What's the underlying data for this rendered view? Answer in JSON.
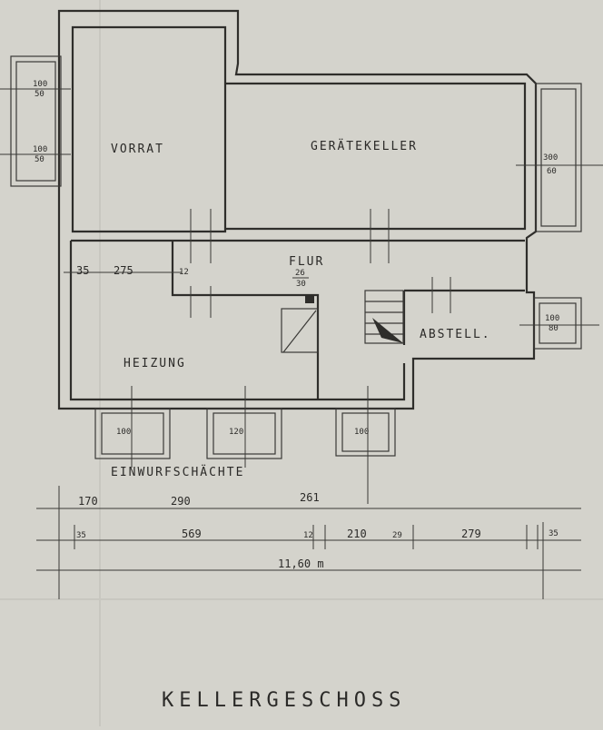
{
  "title": "KELLERGESCHOSS",
  "rooms": {
    "vorrat": "VORRAT",
    "geraetekeller": "GERÄTEKELLER",
    "flur": "FLUR",
    "heizung": "HEIZUNG",
    "abstell": "ABSTELL."
  },
  "annotations": {
    "einwurfschaechte": "EINWURFSCHÄCHTE"
  },
  "windows": {
    "left_top_a": "100",
    "left_top_b": "50",
    "left_mid_a": "100",
    "left_mid_b": "50",
    "right_top_a": "300",
    "right_top_b": "60",
    "right_mid_a": "100",
    "right_mid_b": "80",
    "shaft_1": "100",
    "shaft_2": "120",
    "shaft_3": "100"
  },
  "interior_dims": {
    "d35": "35",
    "d275": "275",
    "d12": "12",
    "d2630_a": "26",
    "d2630_b": "30"
  },
  "dimension_rows": {
    "row1": [
      "170",
      "290",
      "261"
    ],
    "row2": [
      "35",
      "569",
      "12",
      "210",
      "29",
      "279",
      "35"
    ],
    "total": "11,60 m"
  }
}
